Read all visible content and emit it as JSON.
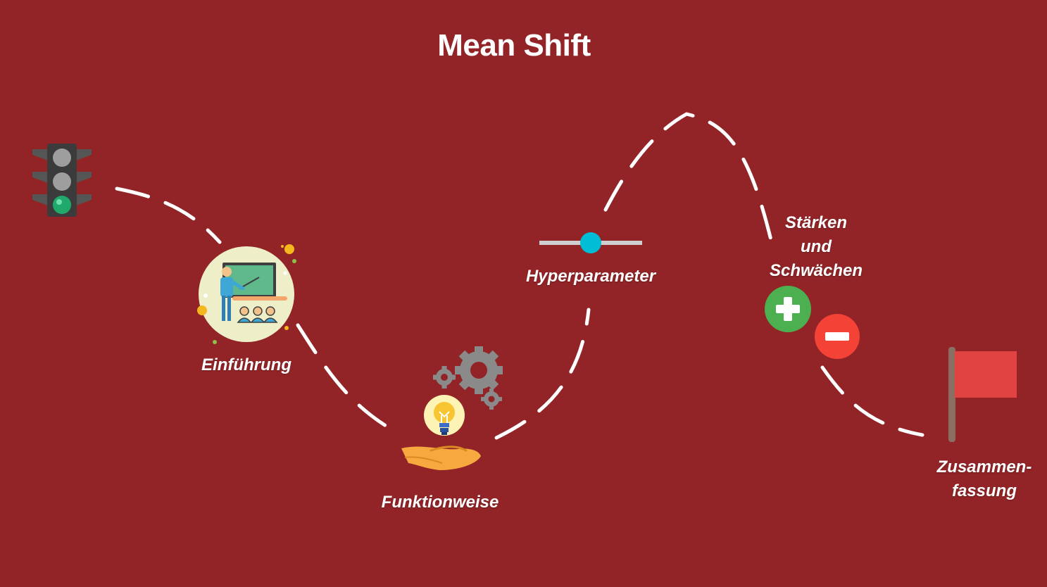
{
  "title": "Mean Shift",
  "colors": {
    "background": "#922427",
    "path": "#ffffff",
    "slider_knob": "#00bcd4",
    "plus": "#4caf50",
    "minus": "#f44336",
    "flag": "#e14343"
  },
  "stations": {
    "start": {
      "icon": "traffic-light-icon"
    },
    "einfuehrung": {
      "label": "Einführung",
      "icon": "teacher-board-icon"
    },
    "funktionweise": {
      "label": "Funktionweise",
      "icon": "idea-gears-hand-icon"
    },
    "hyperparameter": {
      "label": "Hyperparameter",
      "icon": "slider-icon"
    },
    "staerken": {
      "lines": [
        "Stärken",
        "und",
        "Schwächen"
      ],
      "icons": [
        "plus-icon",
        "minus-icon"
      ]
    },
    "zusammenfassung": {
      "lines": [
        "Zusammen-",
        "fassung"
      ],
      "icon": "flag-icon"
    }
  }
}
